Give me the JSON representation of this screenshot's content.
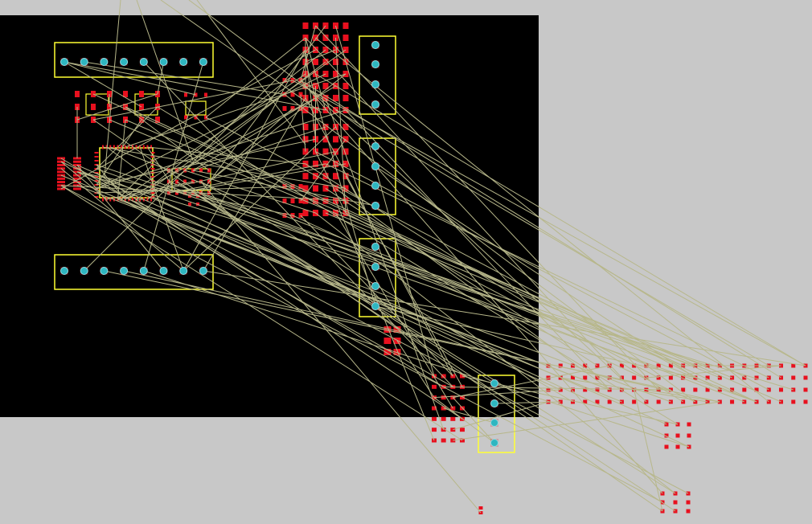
{
  "app": {
    "view": "pcb-layout-editor"
  },
  "colors": {
    "workspace": "#c8c8c8",
    "board": "#000000",
    "silkscreen": "#ffff33",
    "pad": "#e8101e",
    "through_hole": "#2fb6c0",
    "ratsnest": "#b7b78a"
  },
  "icons": {
    "via": "circle",
    "pad": "rectangle"
  }
}
